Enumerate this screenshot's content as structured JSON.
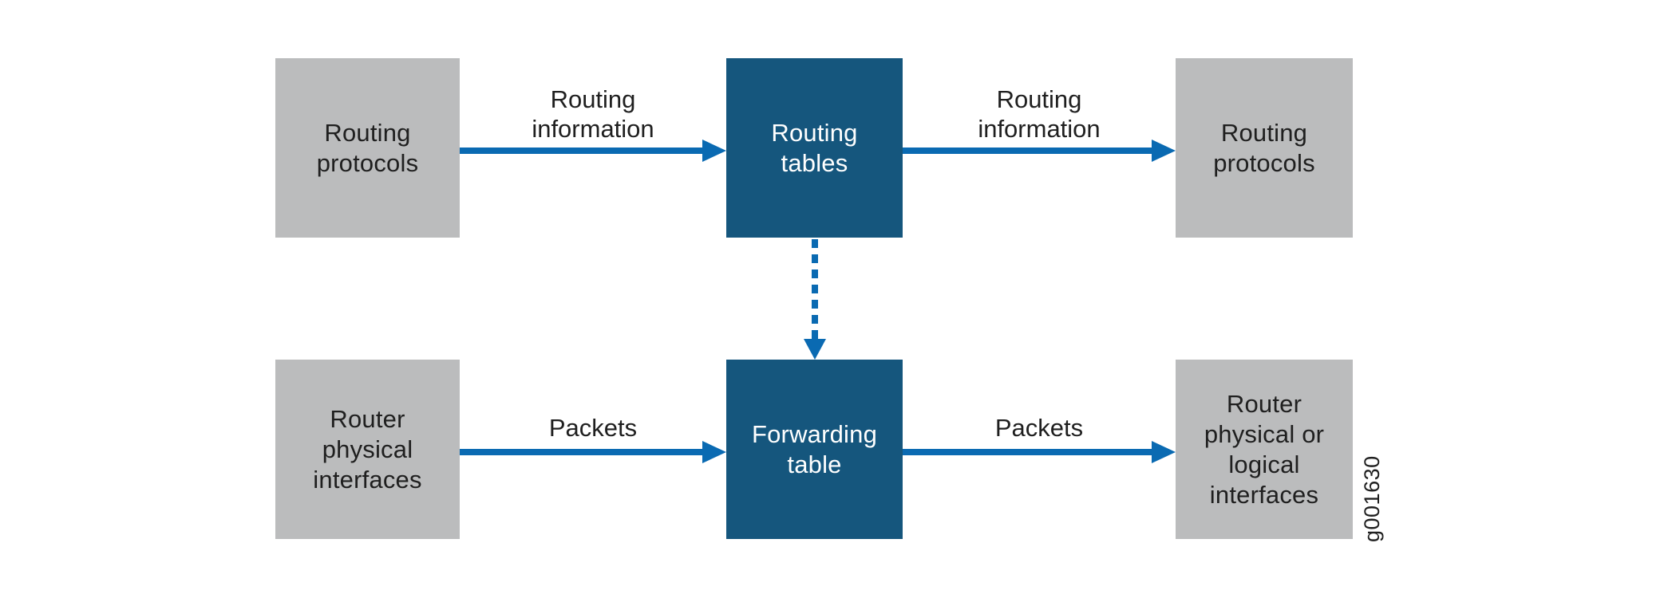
{
  "diagram": {
    "figure_id": "g001630",
    "colors": {
      "box_gray": "#bbbcbd",
      "box_blue": "#15567d",
      "arrow_blue": "#0a6ab2",
      "text_dark": "#1f1f1f",
      "text_light": "#ffffff"
    },
    "nodes": {
      "routing_protocols_left": {
        "label": "Routing\nprotocols",
        "style": "gray"
      },
      "routing_tables": {
        "label": "Routing\ntables",
        "style": "blue"
      },
      "routing_protocols_right": {
        "label": "Routing\nprotocols",
        "style": "gray"
      },
      "router_physical_interfaces": {
        "label": "Router\nphysical\ninterfaces",
        "style": "gray"
      },
      "forwarding_table": {
        "label": "Forwarding\ntable",
        "style": "blue"
      },
      "router_physical_or_logical_interfaces": {
        "label": "Router\nphysical or\nlogical\ninterfaces",
        "style": "gray"
      }
    },
    "edges": {
      "routing_info_left": {
        "label": "Routing\ninformation",
        "style": "solid",
        "direction": "right"
      },
      "routing_info_right": {
        "label": "Routing\ninformation",
        "style": "solid",
        "direction": "right"
      },
      "packets_left": {
        "label": "Packets",
        "style": "solid",
        "direction": "right"
      },
      "packets_right": {
        "label": "Packets",
        "style": "solid",
        "direction": "right"
      },
      "routing_tables_to_forwarding_table": {
        "label": "",
        "style": "dashed",
        "direction": "down"
      }
    }
  }
}
